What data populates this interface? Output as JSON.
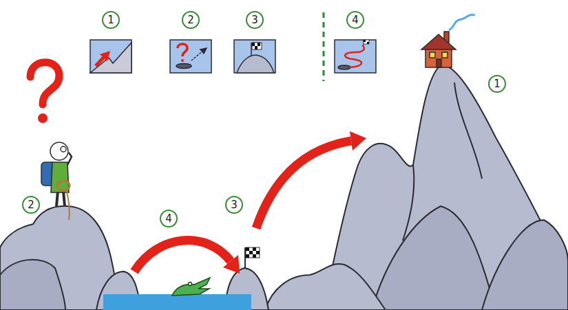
{
  "diagram": {
    "nodes": [
      {
        "text": [
          "1"
        ]
      },
      {
        "text": [
          "2"
        ]
      },
      {
        "text": [
          "3"
        ]
      },
      {
        "text": [
          "4"
        ]
      }
    ],
    "labels": [
      "1",
      "2",
      "3",
      "4"
    ]
  }
}
